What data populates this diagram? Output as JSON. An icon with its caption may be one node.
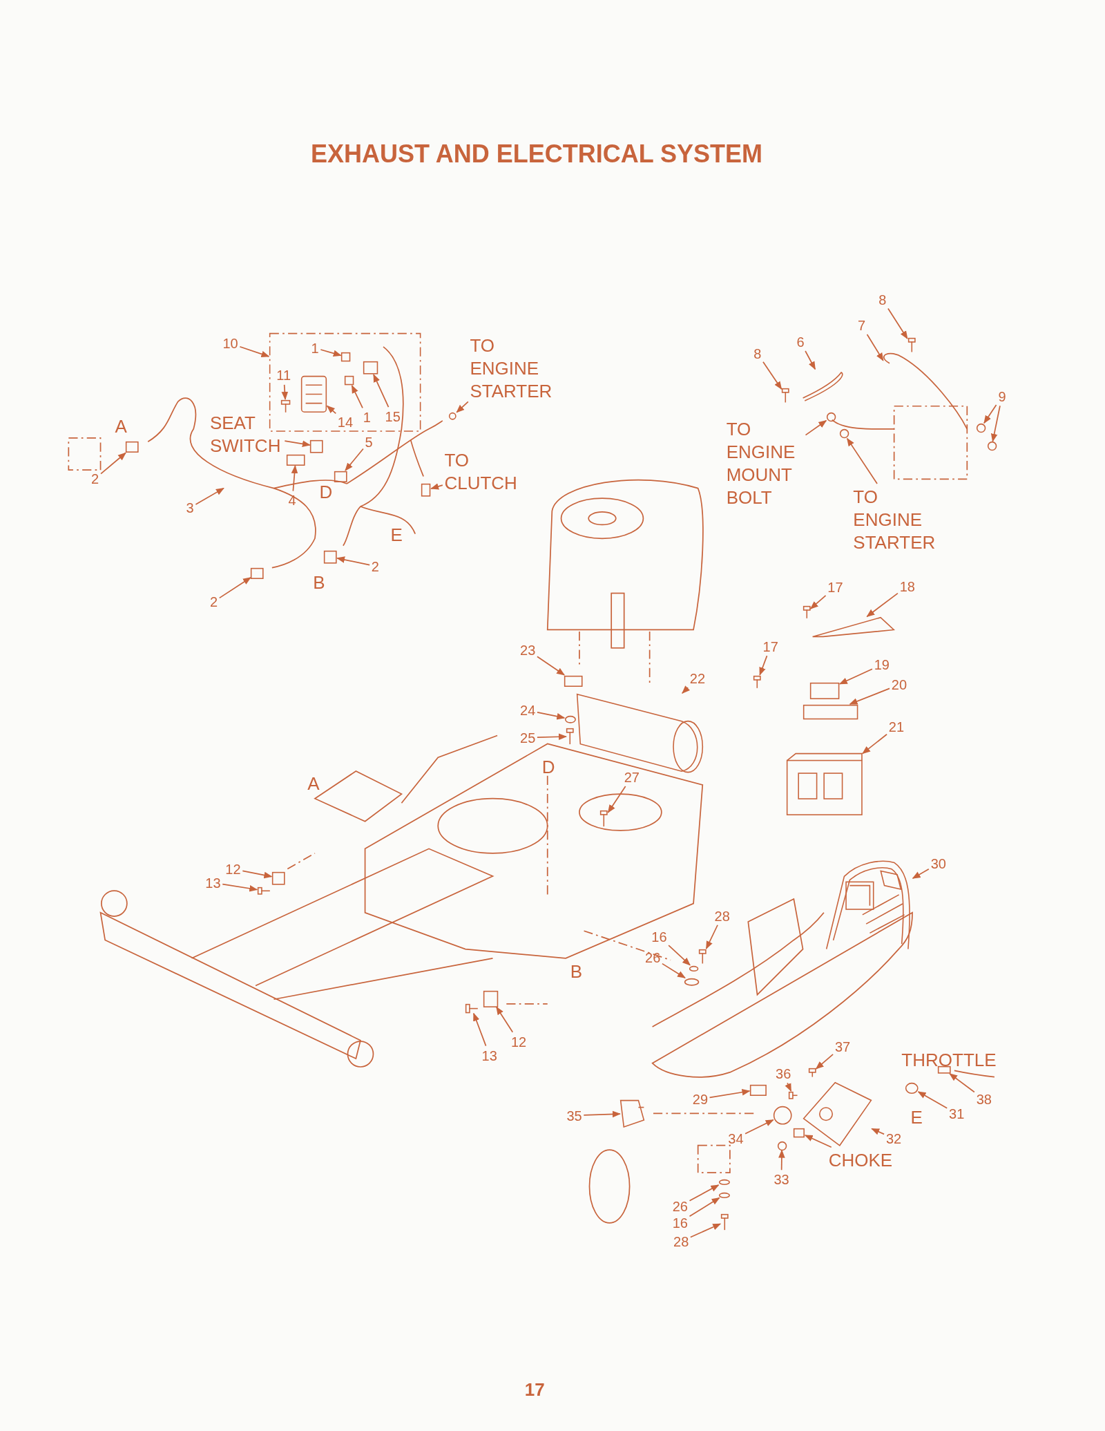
{
  "diagram": {
    "title": "EXHAUST AND ELECTRICAL SYSTEM",
    "nodes": [
      {
        "text": [],
        "shape": "box"
      },
      {
        "text": [
          "10"
        ]
      },
      {
        "text": [
          "1"
        ],
        "in": 0
      },
      {
        "text": [
          "11"
        ],
        "in": 0
      },
      {
        "text": [
          "2"
        ]
      },
      {
        "text": [
          "SEAT SWITCH"
        ]
      },
      {
        "text": [
          "14"
        ],
        "in": 0
      },
      {
        "text": [
          "1"
        ],
        "in": 0
      },
      {
        "text": [
          "15"
        ],
        "in": 0
      },
      {
        "text": [
          "TO ENGINE STARTER"
        ]
      },
      {
        "text": [
          "TO CLUTCH"
        ]
      },
      {
        "text": [
          "5"
        ]
      },
      {
        "text": [
          "4"
        ]
      },
      {
        "text": [
          "3"
        ]
      },
      {
        "text": [
          "2"
        ]
      },
      {
        "text": [
          "2"
        ]
      },
      {
        "text": [
          "8"
        ]
      },
      {
        "text": [
          "7"
        ]
      },
      {
        "text": [
          "6"
        ]
      },
      {
        "text": [
          "8"
        ]
      },
      {
        "text": [
          "9"
        ]
      },
      {
        "text": [
          "TO ENGINE MOUNT BOLT"
        ]
      },
      {
        "text": [
          "TO ENGINE STARTER"
        ]
      },
      {
        "text": [
          "17"
        ]
      },
      {
        "text": [
          "18"
        ]
      },
      {
        "text": [
          "17"
        ]
      },
      {
        "text": [
          "19"
        ]
      },
      {
        "text": [
          "20"
        ]
      },
      {
        "text": [
          "21"
        ]
      },
      {
        "text": [
          "22"
        ]
      },
      {
        "text": [
          "23"
        ]
      },
      {
        "text": [
          "24"
        ]
      },
      {
        "text": [
          "25"
        ]
      },
      {
        "text": [
          "27"
        ]
      },
      {
        "text": [
          "30"
        ]
      },
      {
        "text": [
          "12"
        ]
      },
      {
        "text": [
          "13"
        ]
      },
      {
        "text": [
          "28"
        ]
      },
      {
        "text": [
          "16"
        ]
      },
      {
        "text": [
          "26"
        ]
      },
      {
        "text": [
          "13"
        ]
      },
      {
        "text": [
          "12"
        ]
      },
      {
        "text": [
          "37"
        ]
      },
      {
        "text": [
          "36"
        ]
      },
      {
        "text": [
          "29"
        ]
      },
      {
        "text": [
          "38"
        ]
      },
      {
        "text": [
          "31"
        ]
      },
      {
        "text": [
          "35"
        ]
      },
      {
        "text": [
          "32"
        ]
      },
      {
        "text": [
          "34"
        ]
      },
      {
        "text": [
          "CHOKE"
        ]
      },
      {
        "text": [
          "33"
        ]
      },
      {
        "text": [
          "26"
        ]
      },
      {
        "text": [
          "16"
        ]
      },
      {
        "text": [
          "28"
        ]
      },
      {
        "text": [],
        "shape": "box",
        "in": 0
      },
      {
        "text": [],
        "shape": "picture",
        "in": 0
      },
      {
        "text": [],
        "shape": "box"
      },
      {
        "text": [],
        "shape": "box"
      },
      {
        "text": [],
        "shape": "picture",
        "in": 0
      },
      {
        "text": [],
        "shape": "box",
        "in": 0
      },
      {
        "text": [],
        "shape": "box",
        "in": 0
      },
      {
        "text": [],
        "shape": "circle"
      },
      {
        "text": [],
        "shape": "box"
      },
      {
        "text": [],
        "shape": "box"
      },
      {
        "text": [],
        "shape": "box"
      },
      {
        "text": [],
        "shape": "box"
      },
      {
        "text": [],
        "shape": "box"
      },
      {
        "text": [],
        "shape": "picture"
      },
      {
        "text": [],
        "shape": "picture"
      },
      {
        "text": [],
        "shape": "picture"
      },
      {
        "text": [],
        "shape": "circle"
      },
      {
        "text": [],
        "shape": "circle"
      },
      {
        "text": [],
        "shape": "circle"
      },
      {
        "text": [],
        "shape": "circle"
      },
      {
        "text": [],
        "shape": "picture"
      },
      {
        "text": [],
        "shape": "picture"
      },
      {
        "text": [],
        "shape": "picture"
      },
      {
        "text": [],
        "shape": "box"
      },
      {
        "text": [],
        "shape": "box"
      },
      {
        "text": [],
        "shape": "picture"
      },
      {
        "text": [],
        "shape": "picture"
      },
      {
        "text": [],
        "shape": "box"
      },
      {
        "text": [],
        "shape": "circle"
      },
      {
        "text": [],
        "shape": "picture"
      },
      {
        "text": [],
        "shape": "picture"
      },
      {
        "text": [],
        "shape": "picture"
      },
      {
        "text": [],
        "shape": "box"
      },
      {
        "text": [],
        "shape": "picture"
      },
      {
        "text": [],
        "shape": "picture"
      },
      {
        "text": [],
        "shape": "circle"
      },
      {
        "text": [],
        "shape": "circle"
      },
      {
        "text": [],
        "shape": "picture"
      },
      {
        "text": [],
        "shape": "box"
      },
      {
        "text": [],
        "shape": "picture"
      },
      {
        "text": [],
        "shape": "picture"
      },
      {
        "text": [],
        "shape": "box"
      },
      {
        "text": [],
        "shape": "box"
      },
      {
        "text": [],
        "shape": "circle"
      },
      {
        "text": [],
        "shape": "picture"
      },
      {
        "text": [],
        "shape": "picture"
      },
      {
        "text": [],
        "shape": "circle"
      },
      {
        "text": [],
        "shape": "box"
      },
      {
        "text": [],
        "shape": "circle"
      },
      {
        "text": [],
        "shape": "circle"
      },
      {
        "text": [],
        "shape": "circle"
      },
      {
        "text": [],
        "shape": "picture"
      }
    ],
    "edges": [
      {
        "from": 1,
        "to": 0,
        "arrow": "to"
      },
      {
        "from": 2,
        "to": 55,
        "arrow": "to"
      },
      {
        "from": 3,
        "to": 56,
        "arrow": "to"
      },
      {
        "from": 4,
        "to": 57,
        "arrow": "to"
      },
      {
        "from": 5,
        "to": 58,
        "arrow": "to"
      },
      {
        "from": 6,
        "to": 59,
        "arrow": "to"
      },
      {
        "from": 7,
        "to": 60,
        "arrow": "to"
      },
      {
        "from": 8,
        "to": 61,
        "arrow": "to"
      },
      {
        "from": 9,
        "to": 62,
        "arrow": "to"
      },
      {
        "from": 10,
        "to": 63,
        "arrow": "to"
      },
      {
        "from": 11,
        "to": 64,
        "arrow": "to"
      },
      {
        "from": 12,
        "to": 65,
        "arrow": "to"
      },
      {
        "from": 13,
        "to": null,
        "arrow": "to"
      },
      {
        "from": 14,
        "to": 66,
        "arrow": "to"
      },
      {
        "from": 15,
        "to": 67,
        "arrow": "to"
      },
      {
        "from": 16,
        "to": 68,
        "arrow": "to"
      },
      {
        "from": 17,
        "to": null,
        "arrow": "to"
      },
      {
        "from": 18,
        "to": 69,
        "arrow": "to"
      },
      {
        "from": 19,
        "to": 70,
        "arrow": "to"
      },
      {
        "from": 20,
        "to": 71,
        "arrow": "to"
      },
      {
        "from": 20,
        "to": 72,
        "arrow": "to"
      },
      {
        "from": 21,
        "to": 73,
        "arrow": "to"
      },
      {
        "from": 22,
        "to": 74,
        "arrow": "to"
      },
      {
        "from": 23,
        "to": 75,
        "arrow": "to"
      },
      {
        "from": 24,
        "to": 76,
        "arrow": "to"
      },
      {
        "from": 25,
        "to": 77,
        "arrow": "to"
      },
      {
        "from": 26,
        "to": 78,
        "arrow": "to"
      },
      {
        "from": 27,
        "to": 79,
        "arrow": "to"
      },
      {
        "from": 28,
        "to": 80,
        "arrow": "to"
      },
      {
        "from": 29,
        "to": 81,
        "arrow": "to"
      },
      {
        "from": 30,
        "to": 82,
        "arrow": "to"
      },
      {
        "from": 31,
        "to": 83,
        "arrow": "to"
      },
      {
        "from": 32,
        "to": 84,
        "arrow": "to"
      },
      {
        "from": 33,
        "to": 85,
        "arrow": "to"
      },
      {
        "from": 34,
        "to": 86,
        "arrow": "to"
      },
      {
        "from": 35,
        "to": 87,
        "arrow": "to"
      },
      {
        "from": 36,
        "to": 88,
        "arrow": "to"
      },
      {
        "from": 37,
        "to": 89,
        "arrow": "to"
      },
      {
        "from": 38,
        "to": 90,
        "arrow": "to"
      },
      {
        "from": 39,
        "to": 91,
        "arrow": "to"
      },
      {
        "from": 40,
        "to": 92,
        "arrow": "to"
      },
      {
        "from": 41,
        "to": 93,
        "arrow": "to"
      },
      {
        "from": 42,
        "to": 94,
        "arrow": "to"
      },
      {
        "from": 43,
        "to": 95,
        "arrow": "to"
      },
      {
        "from": 44,
        "to": 96,
        "arrow": "to"
      },
      {
        "from": 45,
        "to": 97,
        "arrow": "to"
      },
      {
        "from": 46,
        "to": 98,
        "arrow": "to"
      },
      {
        "from": 47,
        "to": 99,
        "arrow": "to"
      },
      {
        "from": 48,
        "to": 100,
        "arrow": "to"
      },
      {
        "from": 49,
        "to": 101,
        "arrow": "to"
      },
      {
        "from": 50,
        "to": 102,
        "arrow": "to"
      },
      {
        "from": 51,
        "to": 103,
        "arrow": "to"
      },
      {
        "from": 52,
        "to": 104,
        "arrow": "to"
      },
      {
        "from": 53,
        "to": 105,
        "arrow": "to"
      },
      {
        "from": 54,
        "to": 106,
        "arrow": "to"
      }
    ],
    "labels": [
      "A",
      "D",
      "E",
      "B",
      "D",
      "A",
      "B",
      "THROTTLE",
      "E",
      "17"
    ]
  }
}
